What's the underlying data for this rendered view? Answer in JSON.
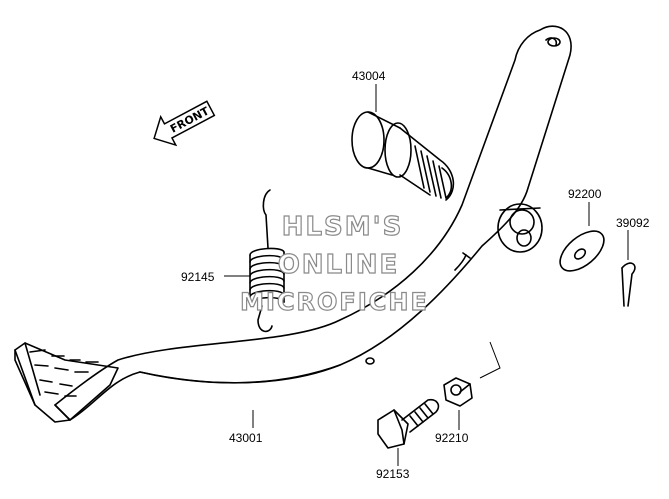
{
  "diagram": {
    "front_indicator": "FRONT",
    "parts": [
      {
        "number": "43004"
      },
      {
        "number": "92200"
      },
      {
        "number": "39092"
      },
      {
        "number": "92145"
      },
      {
        "number": "43001"
      },
      {
        "number": "92210"
      },
      {
        "number": "92153"
      }
    ],
    "watermark": [
      "HLSM'S",
      "ONLINE",
      "MICROFICHE"
    ]
  }
}
